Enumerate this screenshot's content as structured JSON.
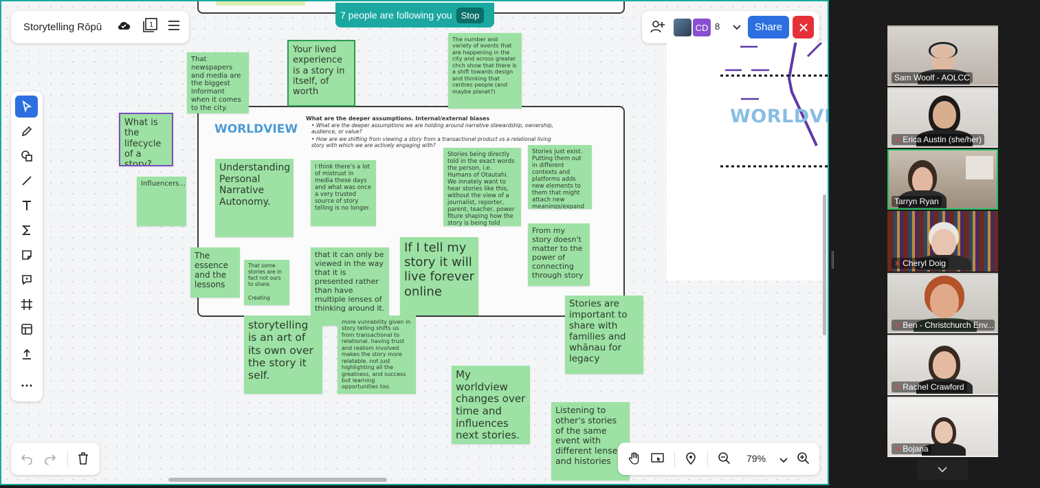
{
  "board": {
    "title": "Storytelling Rōpū",
    "follow_text": "7 people are following you",
    "stop_label": "Stop",
    "collab": {
      "initials": "CD",
      "count": "8",
      "share_label": "Share"
    },
    "zoom_level": "79%",
    "frame_title": "WORLDVIEW",
    "frame_heading": "What are the deeper assumptions. Internal/external biases",
    "frame_bullets": [
      "What are the deeper assumptions we are holding around narrative stewardship, ownership, audience, or value?",
      "How are we shifting from viewing a story from a transactional product vs a relational living story with which we are actively engaging with?"
    ],
    "side_title": "WORLDVIEW",
    "stickies": {
      "newspapers": "That newspapers and media are the biggest informant when it comes to the city.",
      "lived": "Your lived experience is a story in itself, of worth",
      "events": "The number and variety of events that are happening in the city and across greater chch show that there is a shift towards design and thinking that centres people (and maybe planet?)",
      "lifecycle": "What is the lifecycle of a story?",
      "influencers": "Influencers...",
      "understanding": "Understanding Personal Narrative Autonomy.",
      "mistrust": "I think there's a lot of mistrust in media these days and what was once a very trusted source of story telling is no longer.",
      "exact_words": "Stories being directly told in the exact words the person, i.e. Humans of Otautahi. We innately want to hear stories like this, without the view of a journalist, reporter, parent, teacher, power fiture shaping how the story is being told",
      "exist": "Stories just exist. Putting them out in different contexts and platforms adds new elements to them that might attach new meanings/expand their meaning and transition them into",
      "essence": "The essence and the lessons",
      "not_ours": "That some stories are in fact not ours to share.",
      "not_ours_author": "Creating",
      "lenses": "that it can only be viewed in the way that it is presented rather than have multiple lenses of thinking around it.",
      "forever": "If I tell my story it will live forever online",
      "power": "From my story doesn't matter to the power of connecting through story",
      "important": "Stories are important to share with families and whānau for legacy",
      "art": "storytelling is an art of its own over the story it self.",
      "vulnerability": "more vunrability given in story telling shifts us from transactional to relational. having trust and realism involved makes the story more relatable. not just highlighting all the greatness, and success but learning opportunities too.",
      "changes": "My worldview changes over time and influences next stories.",
      "listening": "Listening to other's stories of the same event with different lenses and histories"
    }
  },
  "participants": [
    {
      "name": "Sam Woolf - AOLCC",
      "muted": false,
      "active": false
    },
    {
      "name": "Erica Austin (she/her)",
      "muted": true,
      "active": false
    },
    {
      "name": "Tarryn Ryan",
      "muted": false,
      "active": true
    },
    {
      "name": "Cheryl Doig",
      "muted": true,
      "active": false
    },
    {
      "name": "Ben - Christchurch Env...",
      "muted": true,
      "active": false
    },
    {
      "name": "Rachel Crawford",
      "muted": true,
      "active": false
    },
    {
      "name": "Bojana",
      "muted": true,
      "active": false
    }
  ],
  "icons": {
    "toolbar": [
      "pointer-icon",
      "pen-icon",
      "shapes-icon",
      "line-icon",
      "text-icon",
      "sigma-icon",
      "sticky-note-icon",
      "comment-icon",
      "frame-icon",
      "template-icon",
      "upload-icon",
      "more-icon"
    ],
    "header": [
      "cloud-icon",
      "pages-icon",
      "menu-icon"
    ],
    "bottom": [
      "undo-icon",
      "redo-icon",
      "trash-icon",
      "hand-icon",
      "present-icon",
      "location-icon",
      "zoom-out-icon",
      "chevron-down-icon",
      "zoom-in-icon"
    ]
  },
  "colors": {
    "accent": "#2d6fe0",
    "sticky": "#9de2a4",
    "teal": "#1aa8a0",
    "danger": "#e5303a",
    "frame_title": "#4a9bd6"
  }
}
